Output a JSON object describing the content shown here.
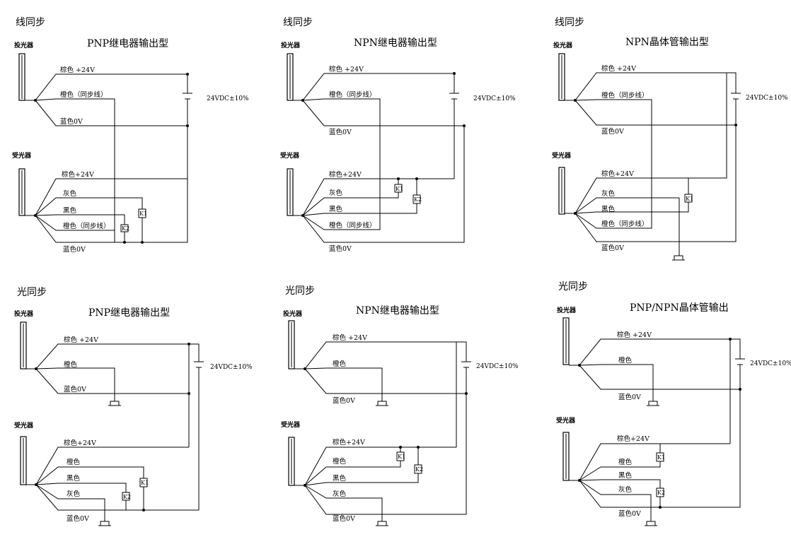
{
  "panels": [
    {
      "id": "p1",
      "section": "线同步",
      "title": "PNP继电器输出型",
      "emitter_label": "投光器",
      "receiver_label": "受光器",
      "supply": "24VDC±10%",
      "emitter_wires": [
        "棕色 +24V",
        "橙色（同步线）",
        "蓝色0V"
      ],
      "receiver_wires": [
        "棕色+24V",
        "灰色",
        "黑色",
        "橙色（同步线）",
        "蓝色0V"
      ],
      "relays": [
        "K1",
        "K2"
      ]
    },
    {
      "id": "p2",
      "section": "线同步",
      "title": "NPN继电器输出型",
      "emitter_label": "投光器",
      "receiver_label": "受光器",
      "supply": "24VDC±10%",
      "emitter_wires": [
        "棕色 +24V",
        "橙色（同步线）",
        "蓝色0V"
      ],
      "receiver_wires": [
        "棕色+24V",
        "灰色",
        "黑色",
        "橙色（同步线）",
        "蓝色0V"
      ],
      "relays": [
        "K1",
        "K2"
      ]
    },
    {
      "id": "p3",
      "section": "线同步",
      "title": "NPN晶体管输出型",
      "emitter_label": "投光器",
      "receiver_label": "受光器",
      "supply": "24VDC±10%",
      "emitter_wires": [
        "棕色 +24V",
        "橙色（同步线）",
        "蓝色0V"
      ],
      "receiver_wires": [
        "棕色+24V",
        "灰色",
        "黑色",
        "橙色（同步线）",
        "蓝色0V"
      ],
      "relays": [
        "K1"
      ]
    },
    {
      "id": "p4",
      "section": "光同步",
      "title": "PNP继电器输出型",
      "emitter_label": "投光器",
      "receiver_label": "受光器",
      "supply": "24VDC±10%",
      "emitter_wires": [
        "棕色 +24V",
        "橙色",
        "蓝色0V"
      ],
      "receiver_wires": [
        "棕色+24V",
        "橙色",
        "黑色",
        "灰色",
        "蓝色0V"
      ],
      "relays": [
        "K1",
        "K2"
      ]
    },
    {
      "id": "p5",
      "section": "光同步",
      "title": "NPN继电器输出型",
      "emitter_label": "投光器",
      "receiver_label": "受光器",
      "supply": "24VDC±10%",
      "emitter_wires": [
        "棕色 +24V",
        "橙色",
        "蓝色0V"
      ],
      "receiver_wires": [
        "棕色+24V",
        "橙色",
        "黑色",
        "灰色",
        "蓝色0V"
      ],
      "relays": [
        "K1",
        "K2"
      ]
    },
    {
      "id": "p6",
      "section": "光同步",
      "title": "PNP/NPN晶体管输出",
      "emitter_label": "投光器",
      "receiver_label": "受光器",
      "supply": "24VDC±10%",
      "emitter_wires": [
        "棕色 +24V",
        "橙色",
        "蓝色0V"
      ],
      "receiver_wires": [
        "棕色+24V",
        "橙色",
        "黑色",
        "灰色",
        "蓝色0V"
      ],
      "relays": [
        "K1",
        "K2"
      ]
    }
  ]
}
